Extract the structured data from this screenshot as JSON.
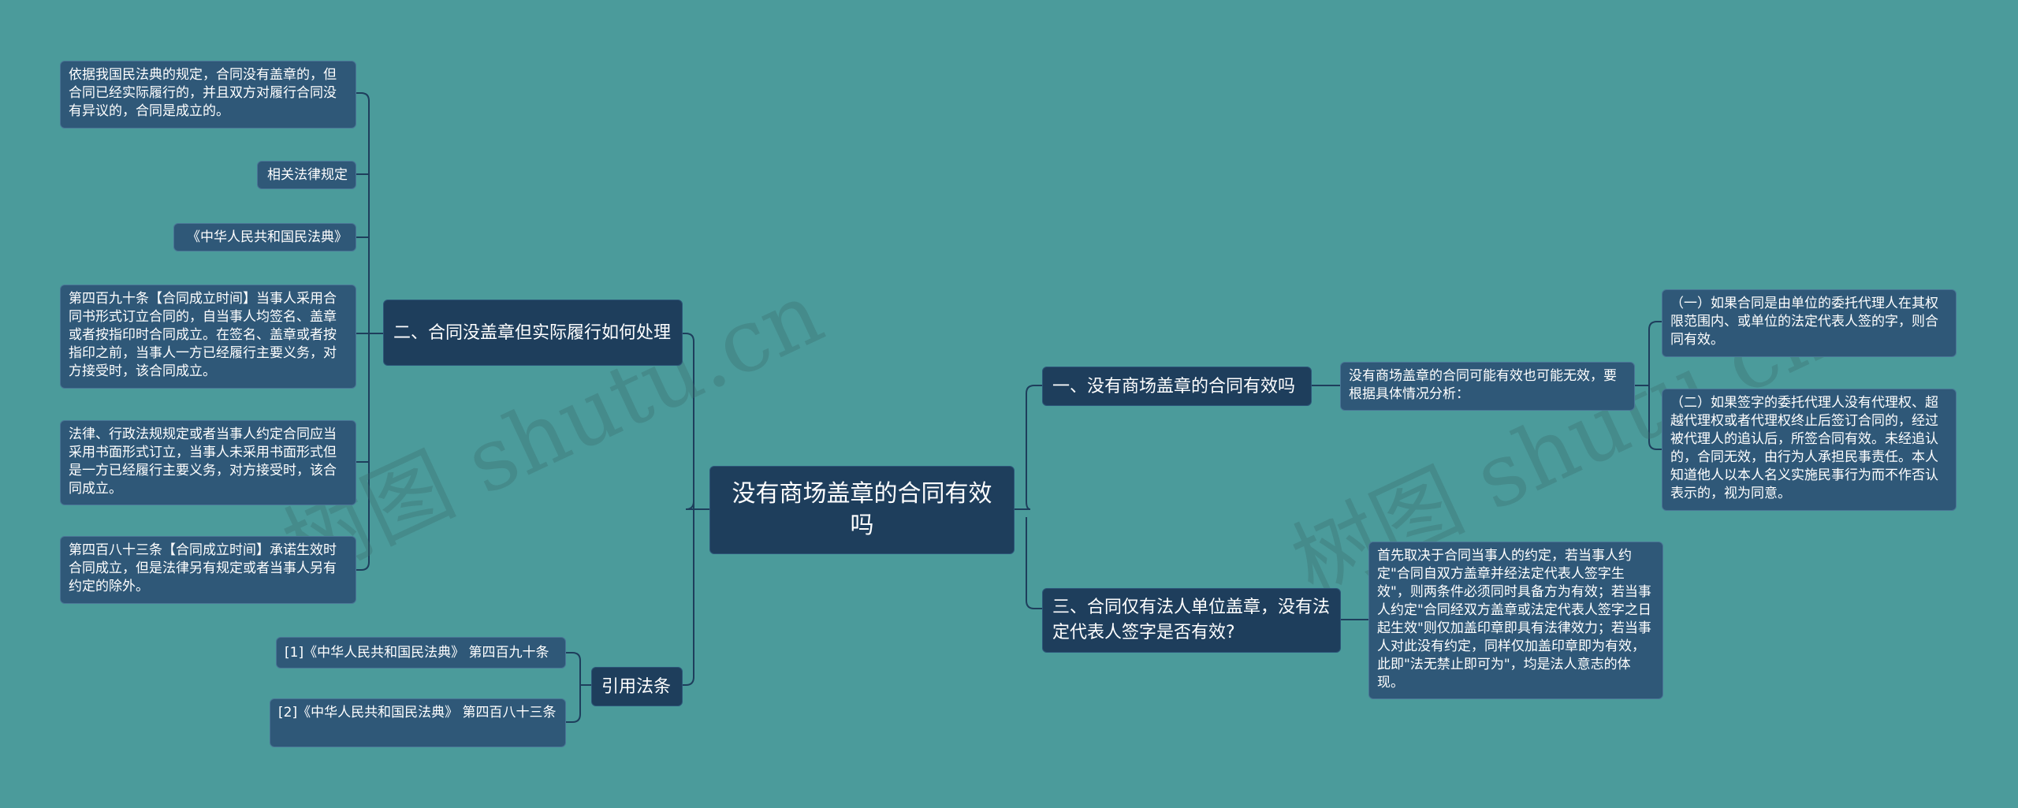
{
  "watermarks": [
    "树图 shutu.cn",
    "树图 shutu.cn"
  ],
  "root": {
    "text": "没有商场盖章的合同有效吗"
  },
  "branch1": {
    "title": "一、没有商场盖章的合同有效吗",
    "mid": "没有商场盖章的合同可能有效也可能无效，要根据具体情况分析：",
    "items": [
      "（一）如果合同是由单位的委托代理人在其权限范围内、或单位的法定代表人签的字，则合同有效。",
      "（二）如果签字的委托代理人没有代理权、超越代理权或者代理权终止后签订合同的，经过被代理人的追认后，所签合同有效。未经追认的，合同无效，由行为人承担民事责任。本人知道他人以本人名义实施民事行为而不作否认表示的，视为同意。"
    ]
  },
  "branch2": {
    "title": "二、合同没盖章但实际履行如何处理",
    "items": [
      "依据我国民法典的规定，合同没有盖章的，但合同已经实际履行的，并且双方对履行合同没有异议的，合同是成立的。",
      "相关法律规定",
      "《中华人民共和国民法典》",
      "第四百九十条【合同成立时间】当事人采用合同书形式订立合同的，自当事人均签名、盖章或者按指印时合同成立。在签名、盖章或者按指印之前，当事人一方已经履行主要义务，对方接受时，该合同成立。",
      "法律、行政法规规定或者当事人约定合同应当采用书面形式订立，当事人未采用书面形式但是一方已经履行主要义务，对方接受时，该合同成立。",
      "第四百八十三条【合同成立时间】承诺生效时合同成立，但是法律另有规定或者当事人另有约定的除外。"
    ]
  },
  "branch3": {
    "title": "三、合同仅有法人单位盖章，没有法定代表人签字是否有效?",
    "detail": "首先取决于合同当事人的约定，若当事人约定\"合同自双方盖章并经法定代表人签字生效\"，则两条件必须同时具备方为有效；若当事人约定\"合同经双方盖章或法定代表人签字之日起生效\"则仅加盖印章即具有法律效力；若当事人对此没有约定，同样仅加盖印章即为有效，此即\"法无禁止即可为\"，均是法人意志的体现。"
  },
  "branch4": {
    "title": "引用法条",
    "items": [
      "[1]《中华人民共和国民法典》 第四百九十条",
      "[2]《中华人民共和国民法典》 第四百八十三条"
    ]
  },
  "colors": {
    "background": "#4b9b9b",
    "node_dark": "#1e3e5c",
    "node_leaf": "#2f5878",
    "line": "#1e3e5c"
  }
}
